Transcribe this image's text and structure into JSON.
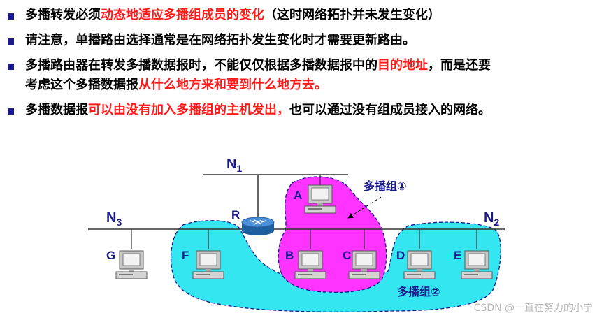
{
  "bullets": [
    {
      "line1": [
        {
          "text": "多播转发必须",
          "red": false
        },
        {
          "text": "动态地适应多播组成员的变化",
          "red": true
        },
        {
          "text": "（这时网络拓扑并未发生变化）",
          "red": false
        }
      ]
    },
    {
      "line1": [
        {
          "text": "请注意，单播路由选择通常是在网络拓扑发生变化时才需要更新路由。",
          "red": false
        }
      ]
    },
    {
      "line1": [
        {
          "text": "多播路由器在转发多播数据报时，不能仅仅根据多播数据报中的",
          "red": false
        },
        {
          "text": "目的地址",
          "red": true
        },
        {
          "text": "，而是还要",
          "red": false
        }
      ],
      "line2": [
        {
          "text": "考虑这个多播数据报",
          "red": false
        },
        {
          "text": "从什么地方来和要到什么地方去。",
          "red": true
        }
      ]
    },
    {
      "line1": [
        {
          "text": "多播数据报",
          "red": false
        },
        {
          "text": "可以由没有加入多播组的主机发出，",
          "red": true
        },
        {
          "text": "也可以通过没有组成员接入的网络。",
          "red": false
        }
      ]
    }
  ],
  "diagram": {
    "networks": {
      "n1": {
        "name": "N",
        "sub": "1"
      },
      "n2": {
        "name": "N",
        "sub": "2"
      },
      "n3": {
        "name": "N",
        "sub": "3"
      }
    },
    "router": {
      "label": "R"
    },
    "hosts": {
      "a": "A",
      "b": "B",
      "c": "C",
      "d": "D",
      "e": "E",
      "f": "F",
      "g": "G"
    },
    "groups": {
      "group1": {
        "label": "多播组①",
        "color": "#ff33ff"
      },
      "group2": {
        "label": "多播组②",
        "color": "#33e6f0"
      }
    },
    "colors": {
      "network_line": "#333333",
      "label_blue": "#1a1a8c",
      "group_border": "#1a1a8c"
    }
  },
  "watermark": "CSDN @一直在努力的小宁"
}
